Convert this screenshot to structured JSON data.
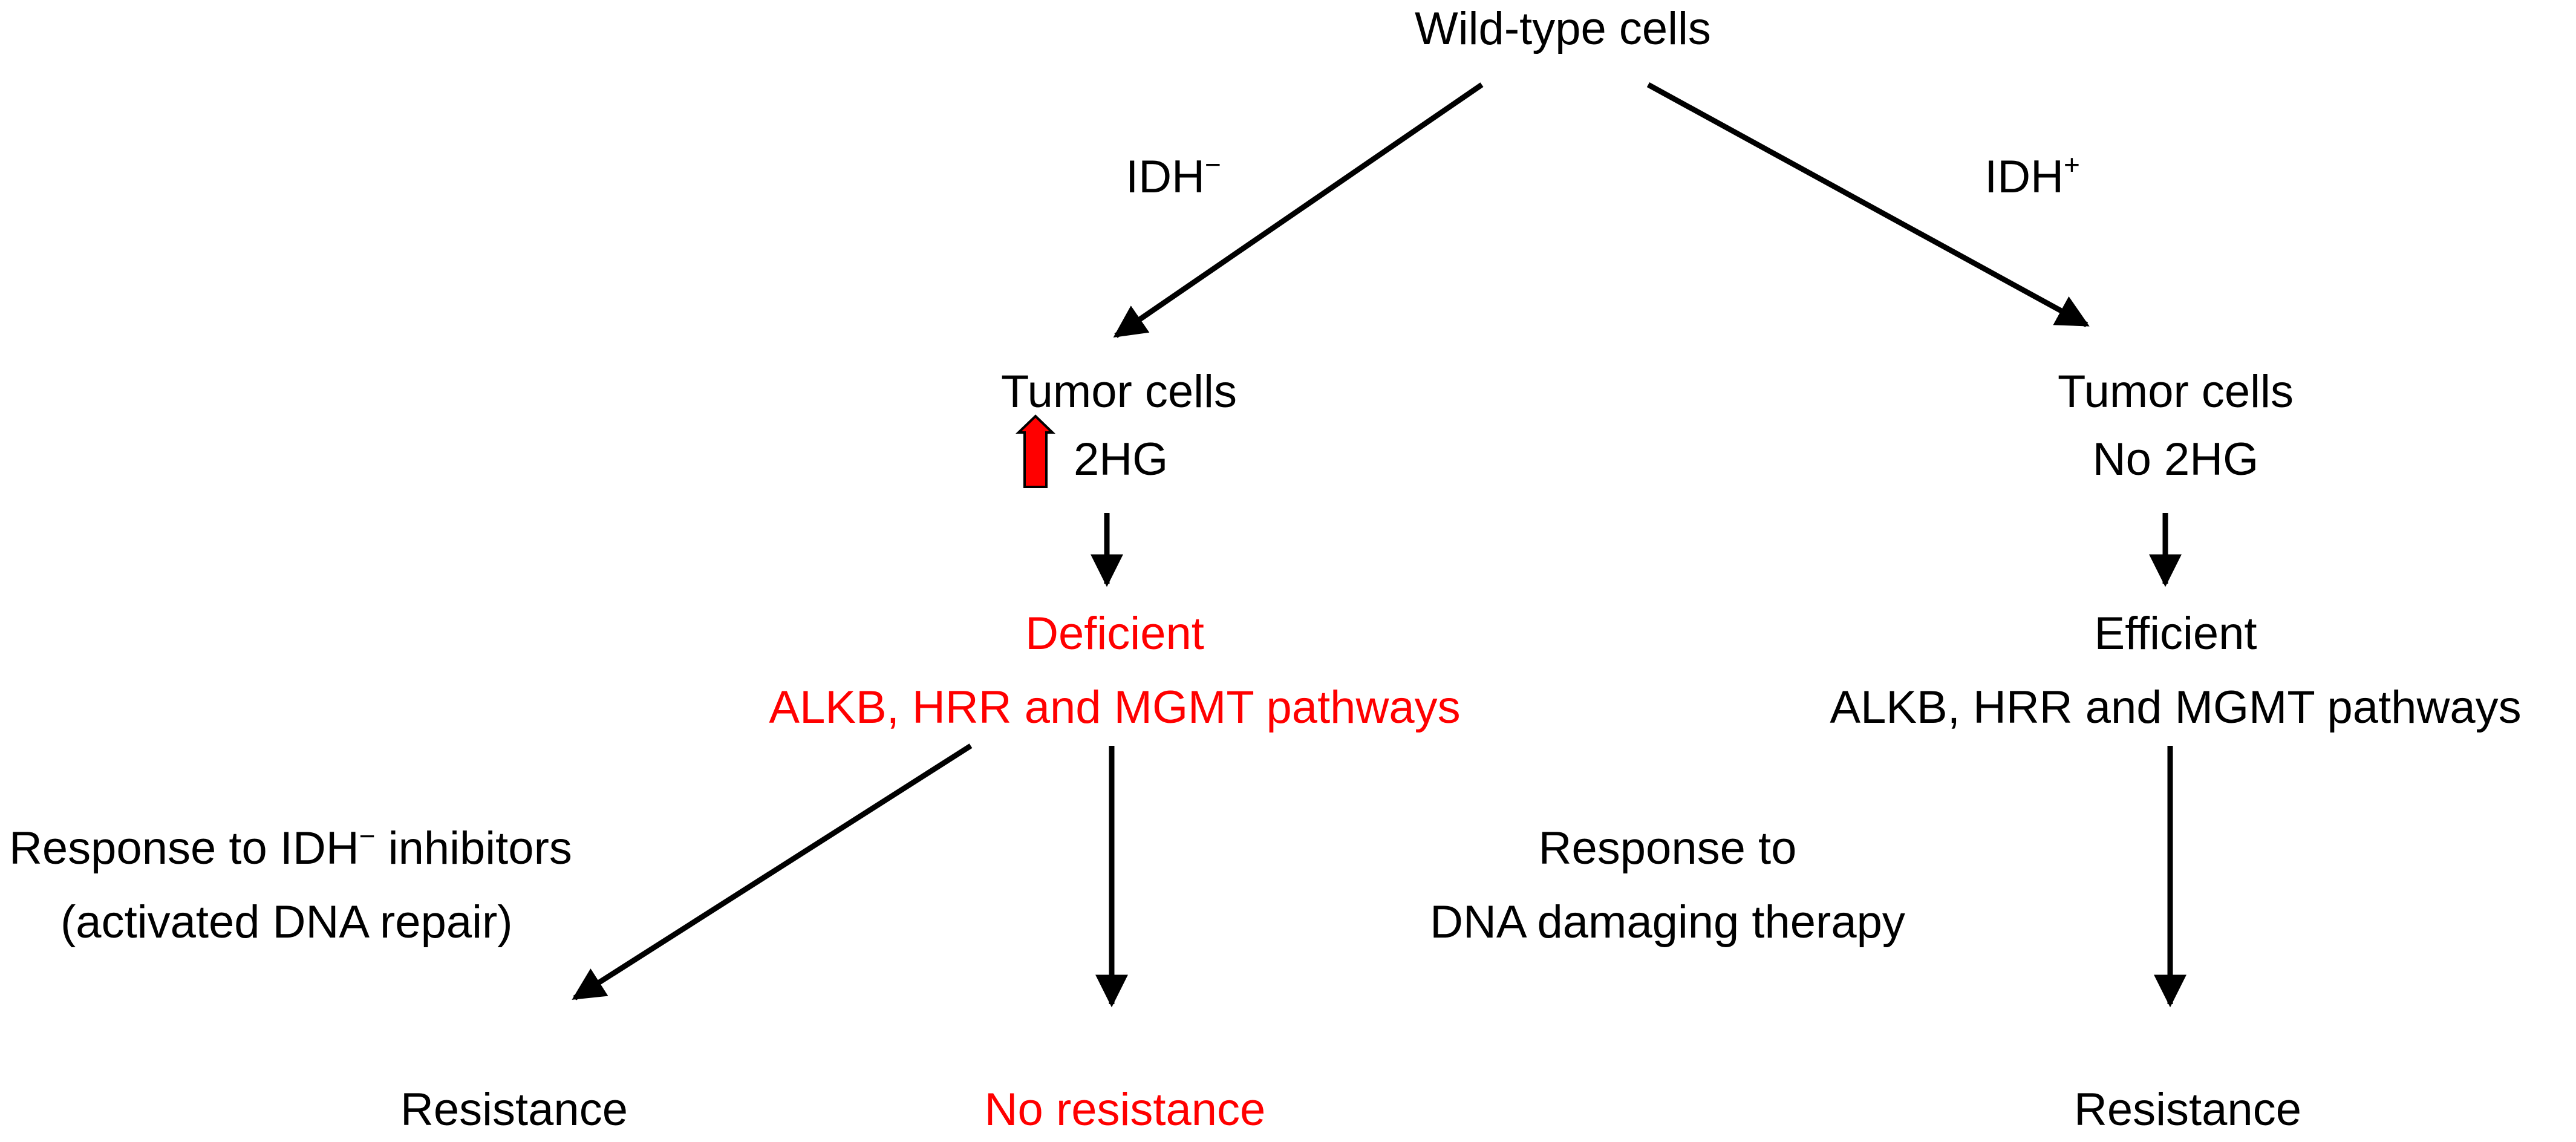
{
  "colors": {
    "text": "#000000",
    "highlight": "#ff0000",
    "arrow_fill": "#ff0000",
    "arrow_stroke": "#000000"
  },
  "nodes": {
    "root": "Wild-type cells",
    "left_branch_label": {
      "base": "IDH",
      "sup": "−"
    },
    "right_branch_label": {
      "base": "IDH",
      "sup": "+"
    },
    "left_tumor": {
      "line1": "Tumor cells",
      "line2": "2HG",
      "indicator": "up-arrow-icon"
    },
    "right_tumor": {
      "line1": "Tumor cells",
      "line2": "No 2HG"
    },
    "left_pathways": {
      "line1": "Deficient",
      "line2": "ALKB, HRR and MGMT pathways"
    },
    "right_pathways": {
      "line1": "Efficient",
      "line2": "ALKB, HRR and MGMT pathways"
    },
    "left_response": {
      "line1_pre": "Response to IDH",
      "line1_sup": "−",
      "line1_post": " inhibitors",
      "line2": "(activated DNA repair)"
    },
    "center_response": {
      "line1": "Response to",
      "line2": "DNA damaging therapy"
    },
    "outcome_left": "Resistance",
    "outcome_middle": "No resistance",
    "outcome_right": "Resistance"
  }
}
